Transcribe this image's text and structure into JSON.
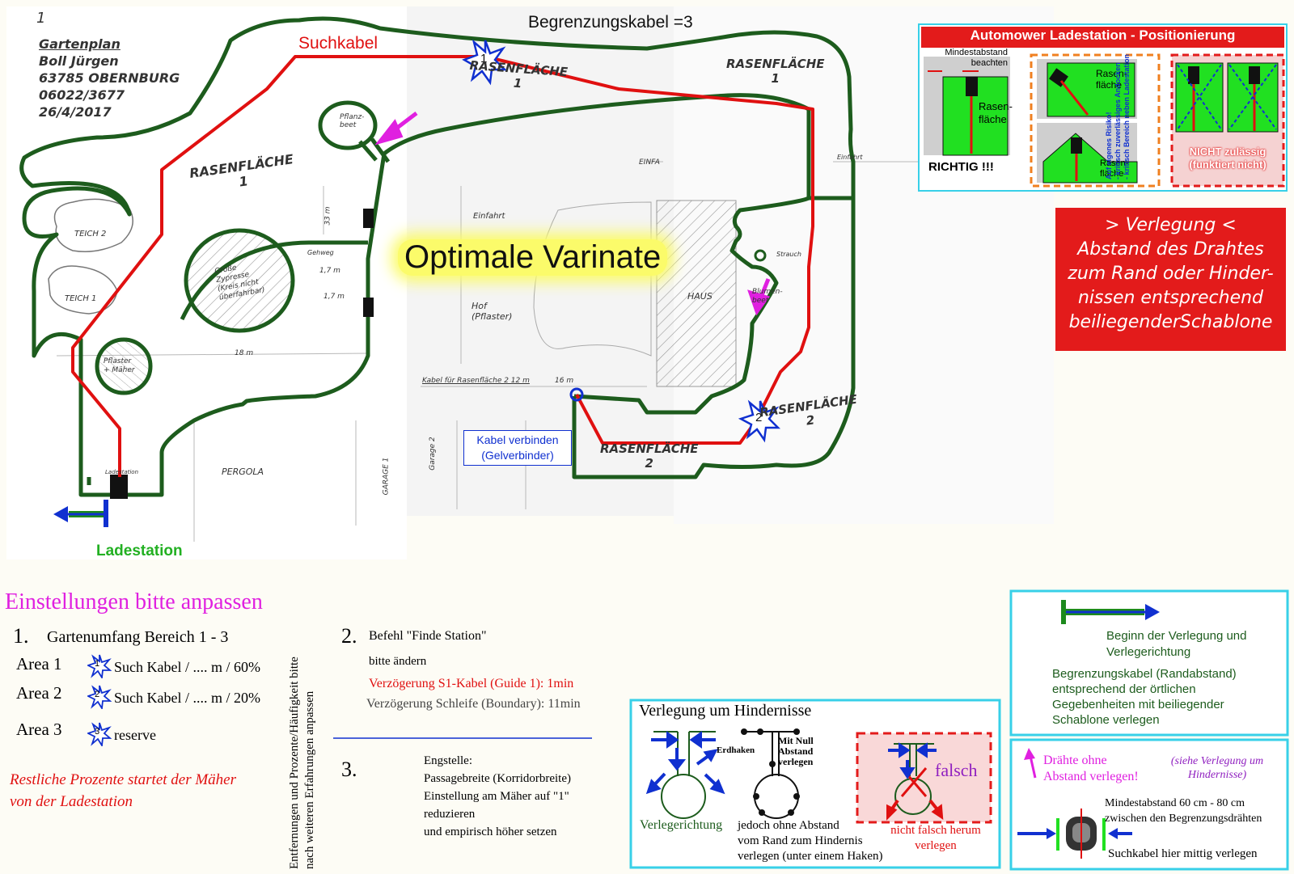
{
  "header": {
    "number": "1",
    "signature_lines": [
      "Gartenplan",
      "Boll Jürgen",
      "63785 OBERNBURG",
      "06022/3677",
      "26/4/2017"
    ]
  },
  "plan": {
    "boundary_title": "Begrenzungskabel =3",
    "guide_label": "Suchkabel",
    "variant_label": "Optimale Varinate",
    "charging_label": "Ladestation",
    "connector_label": [
      "Kabel verbinden",
      "(Gelverbinder)"
    ],
    "star1": "1",
    "star2": "2",
    "sketch": {
      "lawn1_left": [
        "RASENFLÄCHE",
        "1"
      ],
      "lawn1_top": [
        "RASENFLÄCHE",
        "1"
      ],
      "lawn1_right": [
        "RASENFLÄCHE",
        "1"
      ],
      "lawn2_right": [
        "RASENFLÄCHE",
        "2"
      ],
      "lawn2_bottom": [
        "RASENFLÄCHE",
        "2"
      ],
      "teich2": "TEICH 2",
      "teich1": "TEICH 1",
      "flowerbed": "Pflanz-beet",
      "cypress": [
        "Große",
        "Zypresse",
        "(Kreis nicht",
        "überfahrbar)"
      ],
      "paved": [
        "Pflaster",
        "+ Mäher"
      ],
      "einfahrt": "Einfahrt",
      "einfa": "EINFA",
      "hof": [
        "Hof",
        "(Pflaster)"
      ],
      "haus": "HAUS",
      "strauch": "Strauch",
      "blumenbeet": [
        "Blumen-",
        "beet"
      ],
      "pergola": "PERGOLA",
      "garage1": "GARAGE 1",
      "garage2": "Garage 2",
      "kabel_text": "Kabel für Rasenfläche 2   12 m",
      "m17a": "1,7 m",
      "m17b": "1,7 m",
      "m18": "18 m",
      "m33": "33 m",
      "m16": "16 m",
      "gehweg": "Gehweg",
      "ladestation_small": "Ladestation",
      "right_einfahrt": "Einfahrt"
    }
  },
  "positioning_panel": {
    "title": "Automower Ladestation - Positionierung",
    "min_distance": [
      "Mindestabstand",
      "beachten"
    ],
    "lawn": [
      "Rasen-",
      "fläche"
    ],
    "richtig": "RICHTIG !!!",
    "risk_lines": [
      "Auf eigenes Risiko!",
      "- kritisch zuverlässiges Andocken",
      "- kritisch Bereich neben Ladestation"
    ],
    "not_allowed": [
      "NICHT zulässig",
      "(funktiert nicht)"
    ]
  },
  "laying_box": {
    "lines": [
      "> Verlegung <",
      "Abstand des Drahtes",
      "zum Rand oder Hinder-",
      "nissen entsprechend",
      "beiliegenderSchablone"
    ]
  },
  "settings": {
    "title": "Einstellungen bitte anpassen",
    "item1_num": "1.",
    "item1_title": "Gartenumfang Bereich 1 - 3",
    "areas": [
      {
        "label": "Area 1",
        "star": "1",
        "text": "Such Kabel / .... m / 60%"
      },
      {
        "label": "Area 2",
        "star": "2",
        "text": "Such Kabel / .... m / 20%"
      },
      {
        "label": "Area 3",
        "star": "3",
        "text": "reserve"
      }
    ],
    "remaining": [
      "Restliche Prozente  startet der Mäher",
      "von der Ladestation"
    ],
    "vertical_note": [
      "Entfernungen und Prozente/Häufigkeit bitte",
      "nach weiteren Erfahrungen anpassen"
    ],
    "item2_num": "2.",
    "item2_title": "Befehl \"Finde Station\"",
    "item2_sub": "bitte ändern",
    "item2_red": "Verzögerung S1-Kabel (Guide 1): 1min",
    "item2_gray": "Verzögerung Schleife (Boundary): 11min",
    "item3_num": "3.",
    "item3_lines": [
      "Engstelle:",
      "Passagebreite (Korridorbreite)",
      "Einstellung am Mäher auf \"1\"",
      "reduzieren",
      "und empirisch höher setzen"
    ]
  },
  "obstacles": {
    "title": "Verlegung um Hindernisse",
    "verlegerichtung": "Verlegerichtung",
    "erdhaken": "Erdhaken",
    "mit_null": [
      "Mit Null",
      "Abstand",
      "verlegen"
    ],
    "ohne_abstand": [
      "jedoch ohne Abstand",
      "vom Rand zum Hindernis",
      "verlegen (unter einem Haken)"
    ],
    "falsch": "falsch",
    "nicht_falsch": [
      "nicht falsch herum",
      "verlegen"
    ]
  },
  "legend": {
    "begin": [
      "Beginn der Verlegung und",
      "Verlegerichtung"
    ],
    "boundary": [
      "Begrenzungskabel (Randabstand)",
      "entsprechend der örtlichen",
      "Gegebenheiten mit beiliegender",
      "Schablone verlegen"
    ],
    "wires": [
      "Drähte ohne",
      "Abstand verlegen!"
    ],
    "see": [
      "(siehe Verlegung um",
      "Hindernisse)"
    ],
    "min": [
      "Mindestabstand 60 cm - 80 cm",
      "zwischen den Begrenzungsdrähten"
    ],
    "guide_mid": "Suchkabel hier mittig verlegen"
  },
  "colors": {
    "boundary": "#1d5c1d",
    "guide": "#e01010",
    "green": "#21e021",
    "red_box": "#e31b1b",
    "magenta": "#e020e0",
    "cyan": "#38d0e8",
    "blue": "#1030d0"
  }
}
